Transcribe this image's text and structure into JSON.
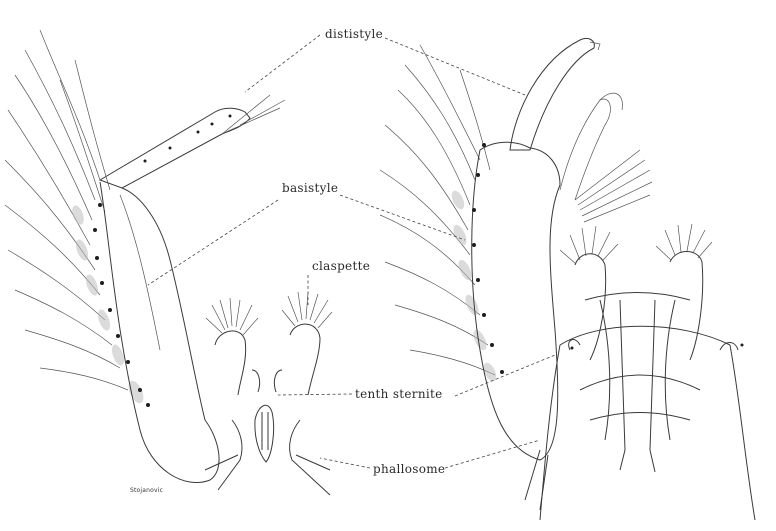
{
  "labels": {
    "dististyle": "dististyle",
    "basistyle": "basistyle",
    "claspette": "claspette",
    "tenth_sternite": "tenth sternite",
    "phallosome": "phallosome"
  },
  "signature": "Stojanovic",
  "colors": {
    "ink": "#2a2a2a",
    "paper": "#ffffff",
    "shade": "#bdbdbd"
  }
}
